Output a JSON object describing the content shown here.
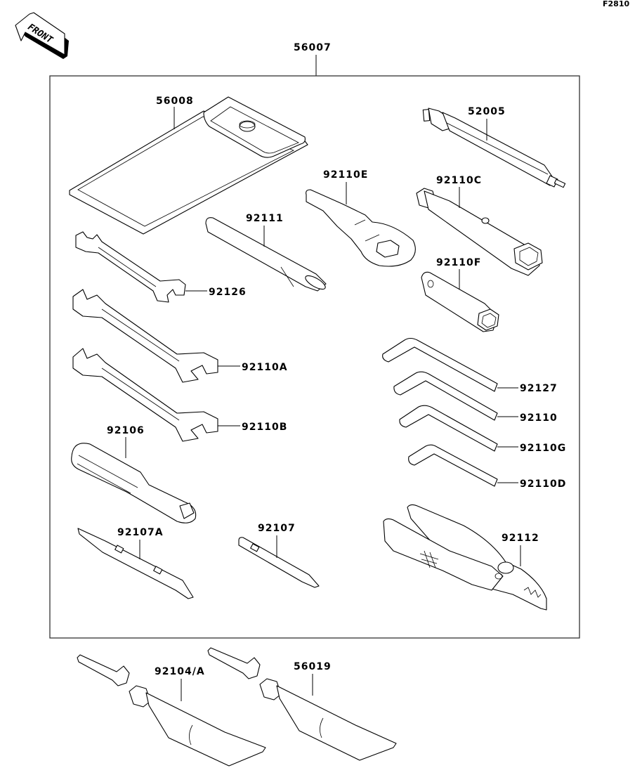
{
  "figure_id": "F2810",
  "front_indicator": "FRONT",
  "kit": {
    "part_number": "56007"
  },
  "parts": [
    {
      "key": "pouch",
      "part_number": "56008",
      "description": "tool pouch"
    },
    {
      "key": "spark_plug_tool",
      "part_number": "52005",
      "description": "extension bar"
    },
    {
      "key": "ring_wrench",
      "part_number": "92110E",
      "description": "ring wrench"
    },
    {
      "key": "box_wrench_c",
      "part_number": "92110C",
      "description": "box / socket wrench"
    },
    {
      "key": "bar",
      "part_number": "92111",
      "description": "handle bar"
    },
    {
      "key": "box_wrench_f",
      "part_number": "92110F",
      "description": "box wrench"
    },
    {
      "key": "wrench_small",
      "part_number": "92126",
      "description": "open end wrench"
    },
    {
      "key": "wrench_a",
      "part_number": "92110A",
      "description": "open end wrench"
    },
    {
      "key": "wrench_b",
      "part_number": "92110B",
      "description": "open end wrench"
    },
    {
      "key": "hex_1",
      "part_number": "92127",
      "description": "hex key"
    },
    {
      "key": "hex_2",
      "part_number": "92110",
      "description": "hex key"
    },
    {
      "key": "hex_3",
      "part_number": "92110G",
      "description": "hex key"
    },
    {
      "key": "hex_4",
      "part_number": "92110D",
      "description": "hex key"
    },
    {
      "key": "driver_handle",
      "part_number": "92106",
      "description": "screwdriver handle"
    },
    {
      "key": "bit_a",
      "part_number": "92107A",
      "description": "screwdriver bit"
    },
    {
      "key": "bit",
      "part_number": "92107",
      "description": "screwdriver bit"
    },
    {
      "key": "pliers",
      "part_number": "92112",
      "description": "pliers"
    },
    {
      "key": "tube_1",
      "part_number": "92104/A",
      "description": "tube"
    },
    {
      "key": "tube_2",
      "part_number": "56019",
      "description": "tube"
    }
  ]
}
